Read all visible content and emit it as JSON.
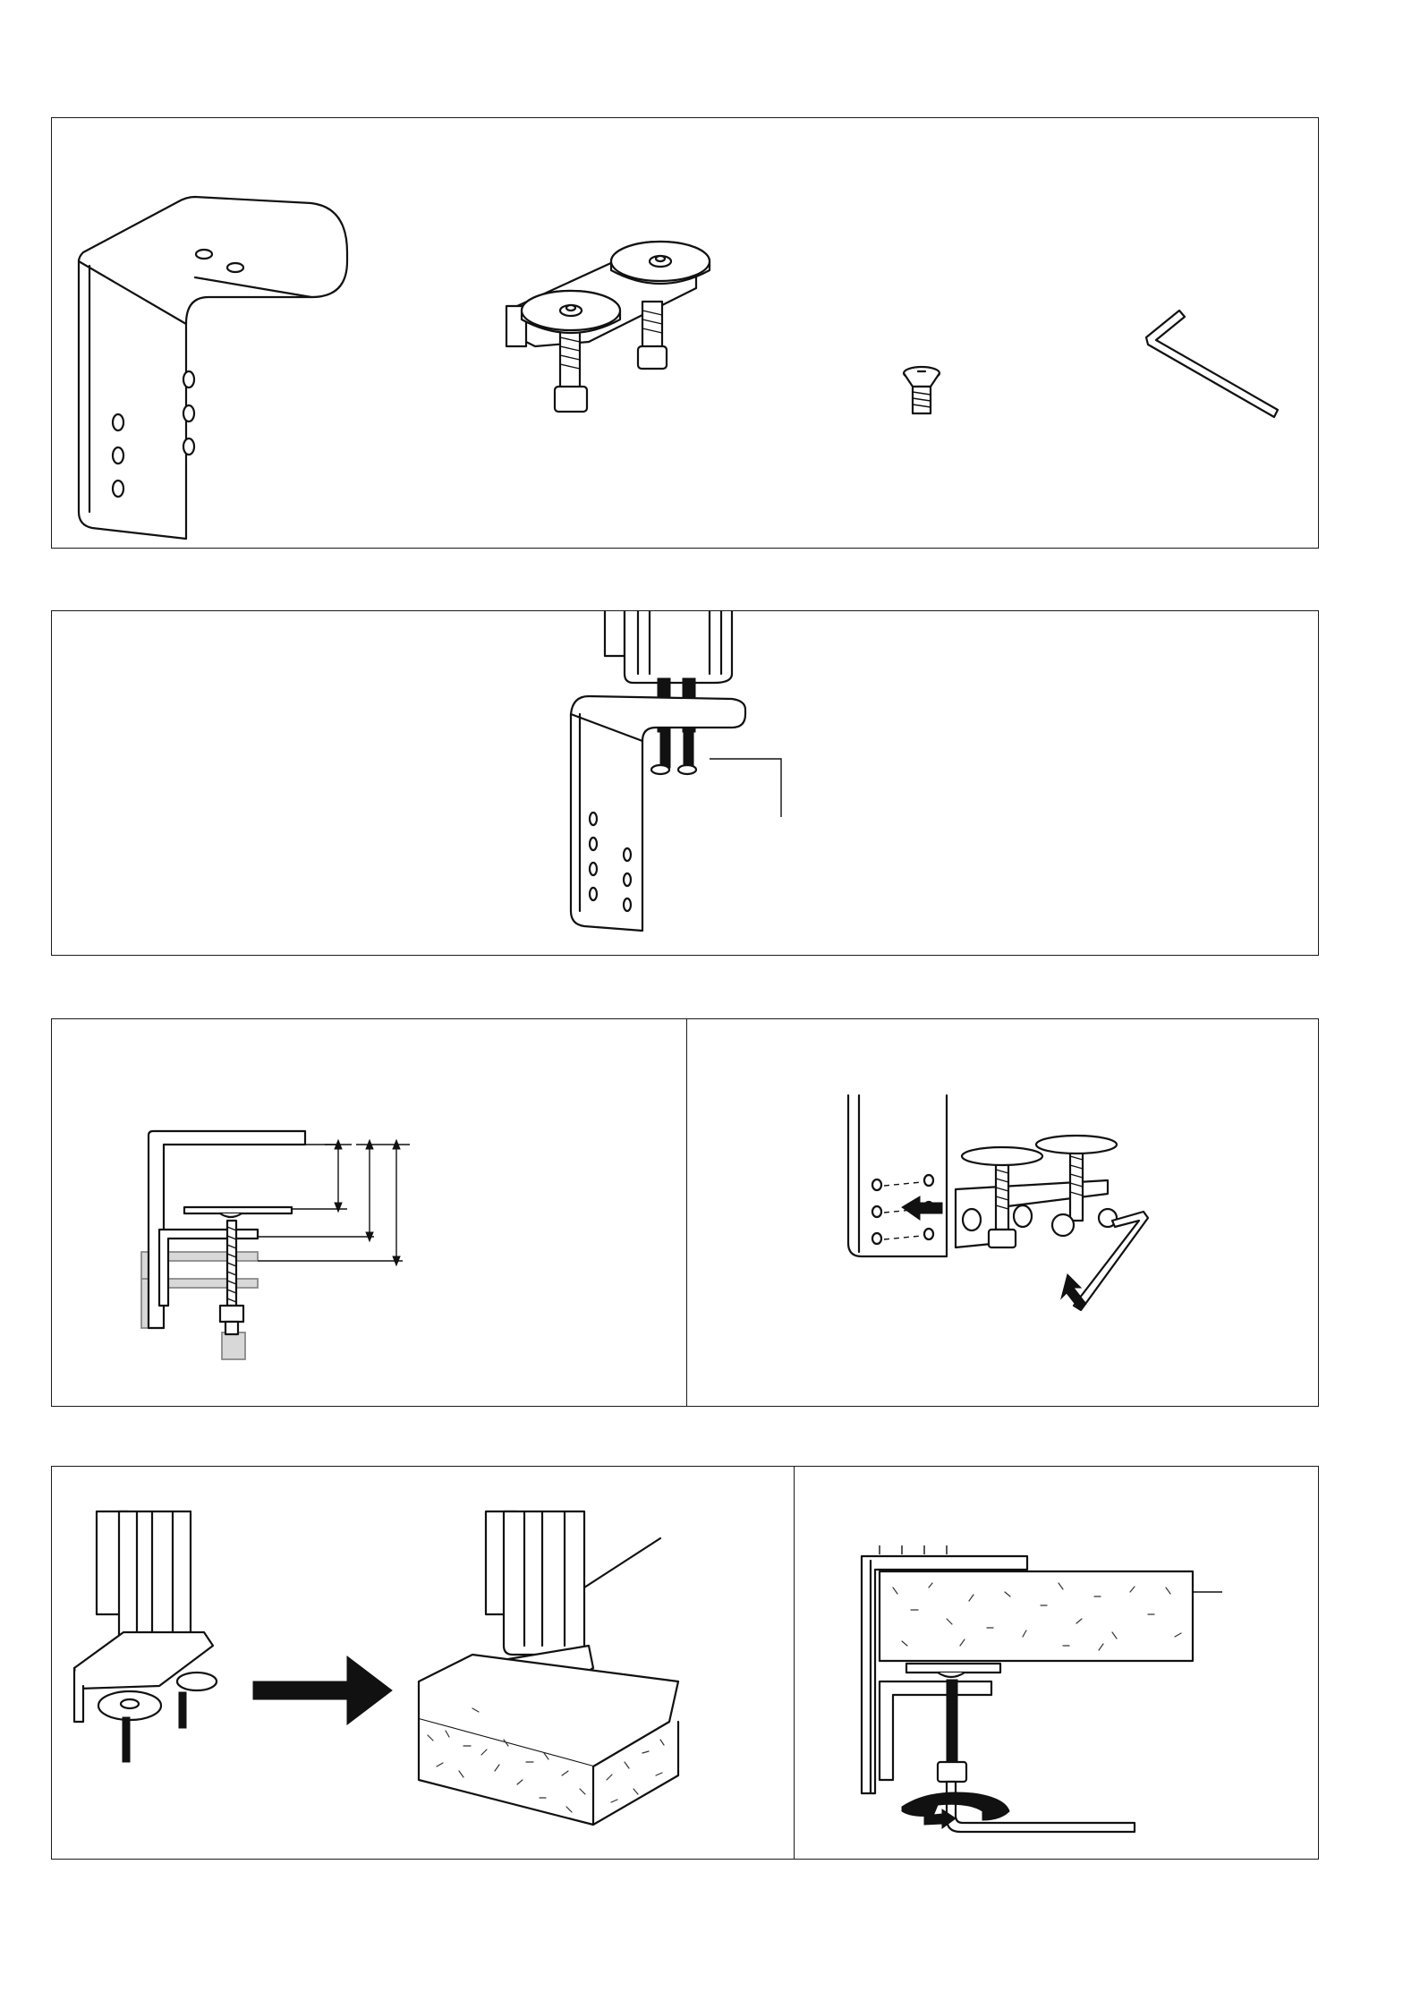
{
  "page": {
    "background": "#ffffff",
    "line_color": "#111111"
  },
  "sections": [
    {
      "id": "parts",
      "steps": [
        "bracket-icon",
        "clamp-plate-assembly-icon",
        "countersunk-screw-icon",
        "hex-key-icon"
      ]
    },
    {
      "id": "attach-bracket",
      "steps": [
        "pole-base-with-bracket-icon"
      ]
    },
    {
      "id": "adjust-height",
      "steps": [
        "height-positions-icon",
        "move-clamp-icon"
      ]
    },
    {
      "id": "mount",
      "steps": [
        "place-on-desk-icon",
        "tighten-clamp-icon"
      ]
    }
  ],
  "icons": {
    "arrow_fill": "#000000",
    "ghost_fill": "#d8d8d8"
  }
}
